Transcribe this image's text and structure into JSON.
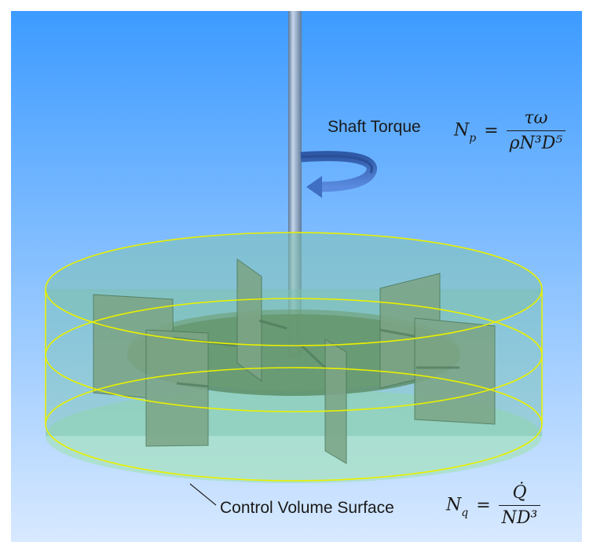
{
  "labels": {
    "shaft_torque": "Shaft Torque",
    "control_volume": "Control Volume Surface"
  },
  "equations": {
    "power_number": {
      "lhs": "N",
      "lhs_sub": "p",
      "num": "τω",
      "den": "ρN³D⁵"
    },
    "flow_number": {
      "lhs": "N",
      "lhs_sub": "q",
      "num": "Q̇",
      "den": "ND³"
    }
  },
  "colors": {
    "background_top": "#3d9bff",
    "background_bottom": "#d8e9ff",
    "shaft": "#8ea7c9",
    "torque_arrow": "#3f6fc2",
    "control_volume_edge": "#e8f000",
    "fluid": "#8fd4b8",
    "blades": "#6f9c78",
    "disc": "#5f8f62"
  }
}
